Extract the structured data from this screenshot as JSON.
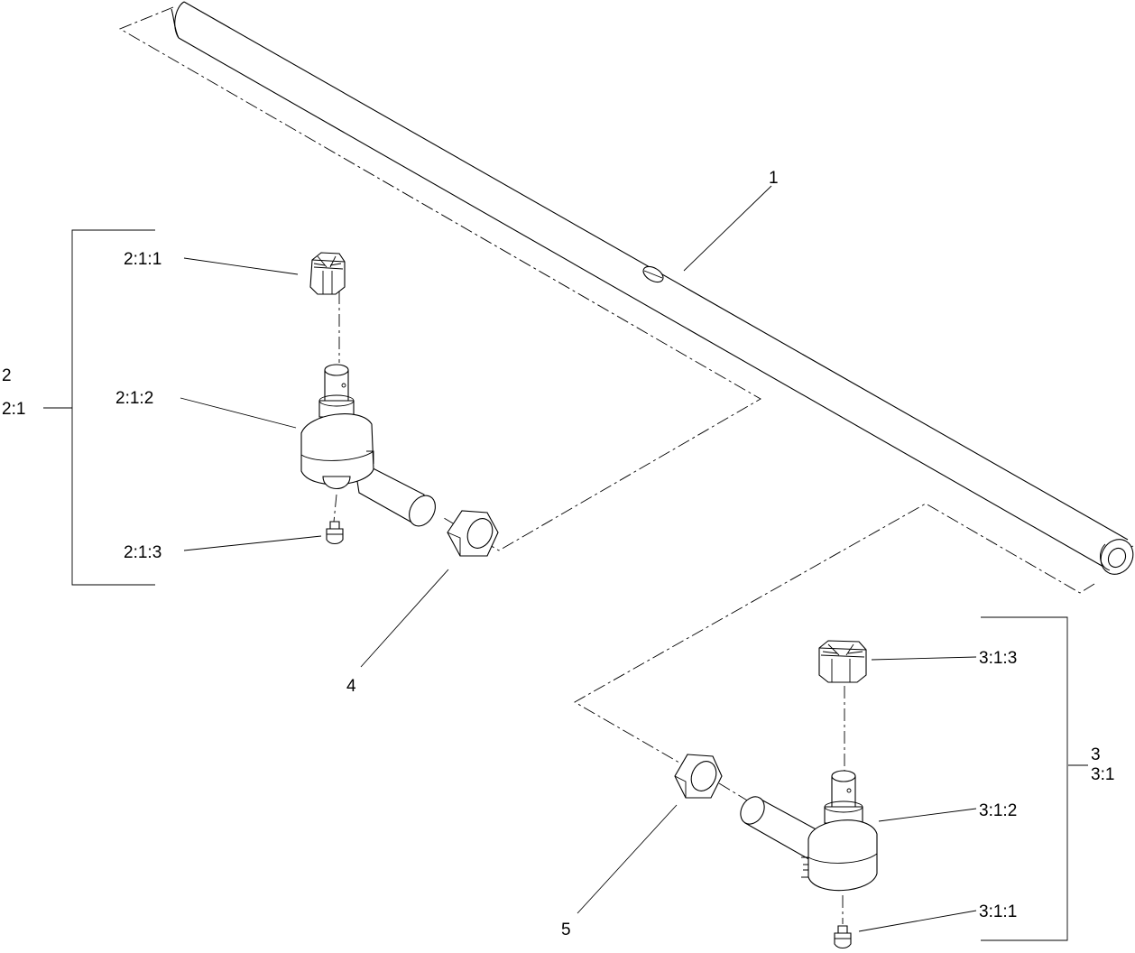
{
  "diagram": {
    "callouts": {
      "c1": "1",
      "c2": "2",
      "c2_1": "2:1",
      "c2_1_1": "2:1:1",
      "c2_1_2": "2:1:2",
      "c2_1_3": "2:1:3",
      "c3": "3",
      "c3_1": "3:1",
      "c3_1_1": "3:1:1",
      "c3_1_2": "3:1:2",
      "c3_1_3": "3:1:3",
      "c4": "4",
      "c5": "5"
    },
    "parts": [
      {
        "id": "1",
        "icon": "tie-rod-tube"
      },
      {
        "id": "2:1:1",
        "icon": "castle-nut-icon"
      },
      {
        "id": "2:1:2",
        "icon": "tie-rod-end-icon"
      },
      {
        "id": "2:1:3",
        "icon": "grease-fitting-icon"
      },
      {
        "id": "3:1:1",
        "icon": "grease-fitting-icon"
      },
      {
        "id": "3:1:2",
        "icon": "tie-rod-end-icon"
      },
      {
        "id": "3:1:3",
        "icon": "castle-nut-icon"
      },
      {
        "id": "4",
        "icon": "jam-nut-icon"
      },
      {
        "id": "5",
        "icon": "jam-nut-icon"
      }
    ]
  }
}
